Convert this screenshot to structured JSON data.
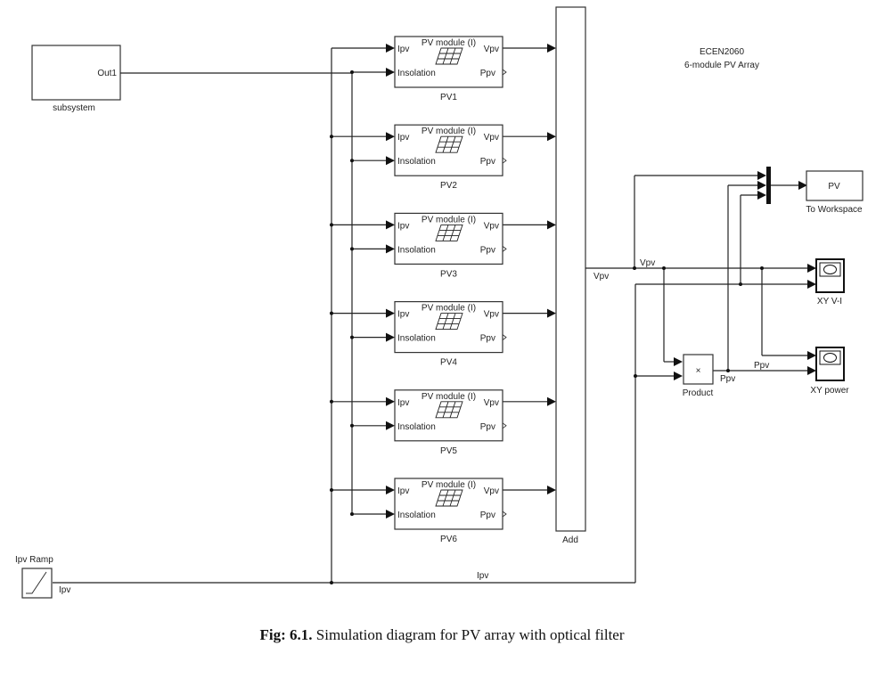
{
  "diagram": {
    "title_line1": "ECEN2060",
    "title_line2": "6-module PV Array",
    "subsystem": {
      "port": "Out1",
      "name": "subsystem"
    },
    "pv_modules": [
      {
        "name": "PV1",
        "title": "PV module (I)",
        "in1": "Ipv",
        "in2": "Insolation",
        "out1": "Vpv",
        "out2": "Ppv"
      },
      {
        "name": "PV2",
        "title": "PV module (I)",
        "in1": "Ipv",
        "in2": "Insolation",
        "out1": "Vpv",
        "out2": "Ppv"
      },
      {
        "name": "PV3",
        "title": "PV module (I)",
        "in1": "Ipv",
        "in2": "Insolation",
        "out1": "Vpv",
        "out2": "Ppv"
      },
      {
        "name": "PV4",
        "title": "PV module (I)",
        "in1": "Ipv",
        "in2": "Insolation",
        "out1": "Vpv",
        "out2": "Ppv"
      },
      {
        "name": "PV5",
        "title": "PV module (I)",
        "in1": "Ipv",
        "in2": "Insolation",
        "out1": "Vpv",
        "out2": "Ppv"
      },
      {
        "name": "PV6",
        "title": "PV module (I)",
        "in1": "Ipv",
        "in2": "Insolation",
        "out1": "Vpv",
        "out2": "Ppv"
      }
    ],
    "add_block": {
      "name": "Add",
      "input_sign": "+"
    },
    "to_workspace": {
      "variable": "PV",
      "name": "To Workspace"
    },
    "scope_vi": {
      "name": "XY V-I"
    },
    "scope_power": {
      "name": "XY power"
    },
    "product": {
      "symbol": "×",
      "name": "Product"
    },
    "ramp": {
      "name": "Ipv Ramp"
    },
    "signals": {
      "vpv_add_out": "Vpv",
      "vpv_bus": "Vpv",
      "ppv_out": "Ppv",
      "ppv_scope": "Ppv",
      "ipv_ramp": "Ipv",
      "ipv_line": "Ipv"
    }
  },
  "caption": {
    "label": "Fig: 6.1.",
    "text": " Simulation diagram for PV array with optical filter"
  }
}
